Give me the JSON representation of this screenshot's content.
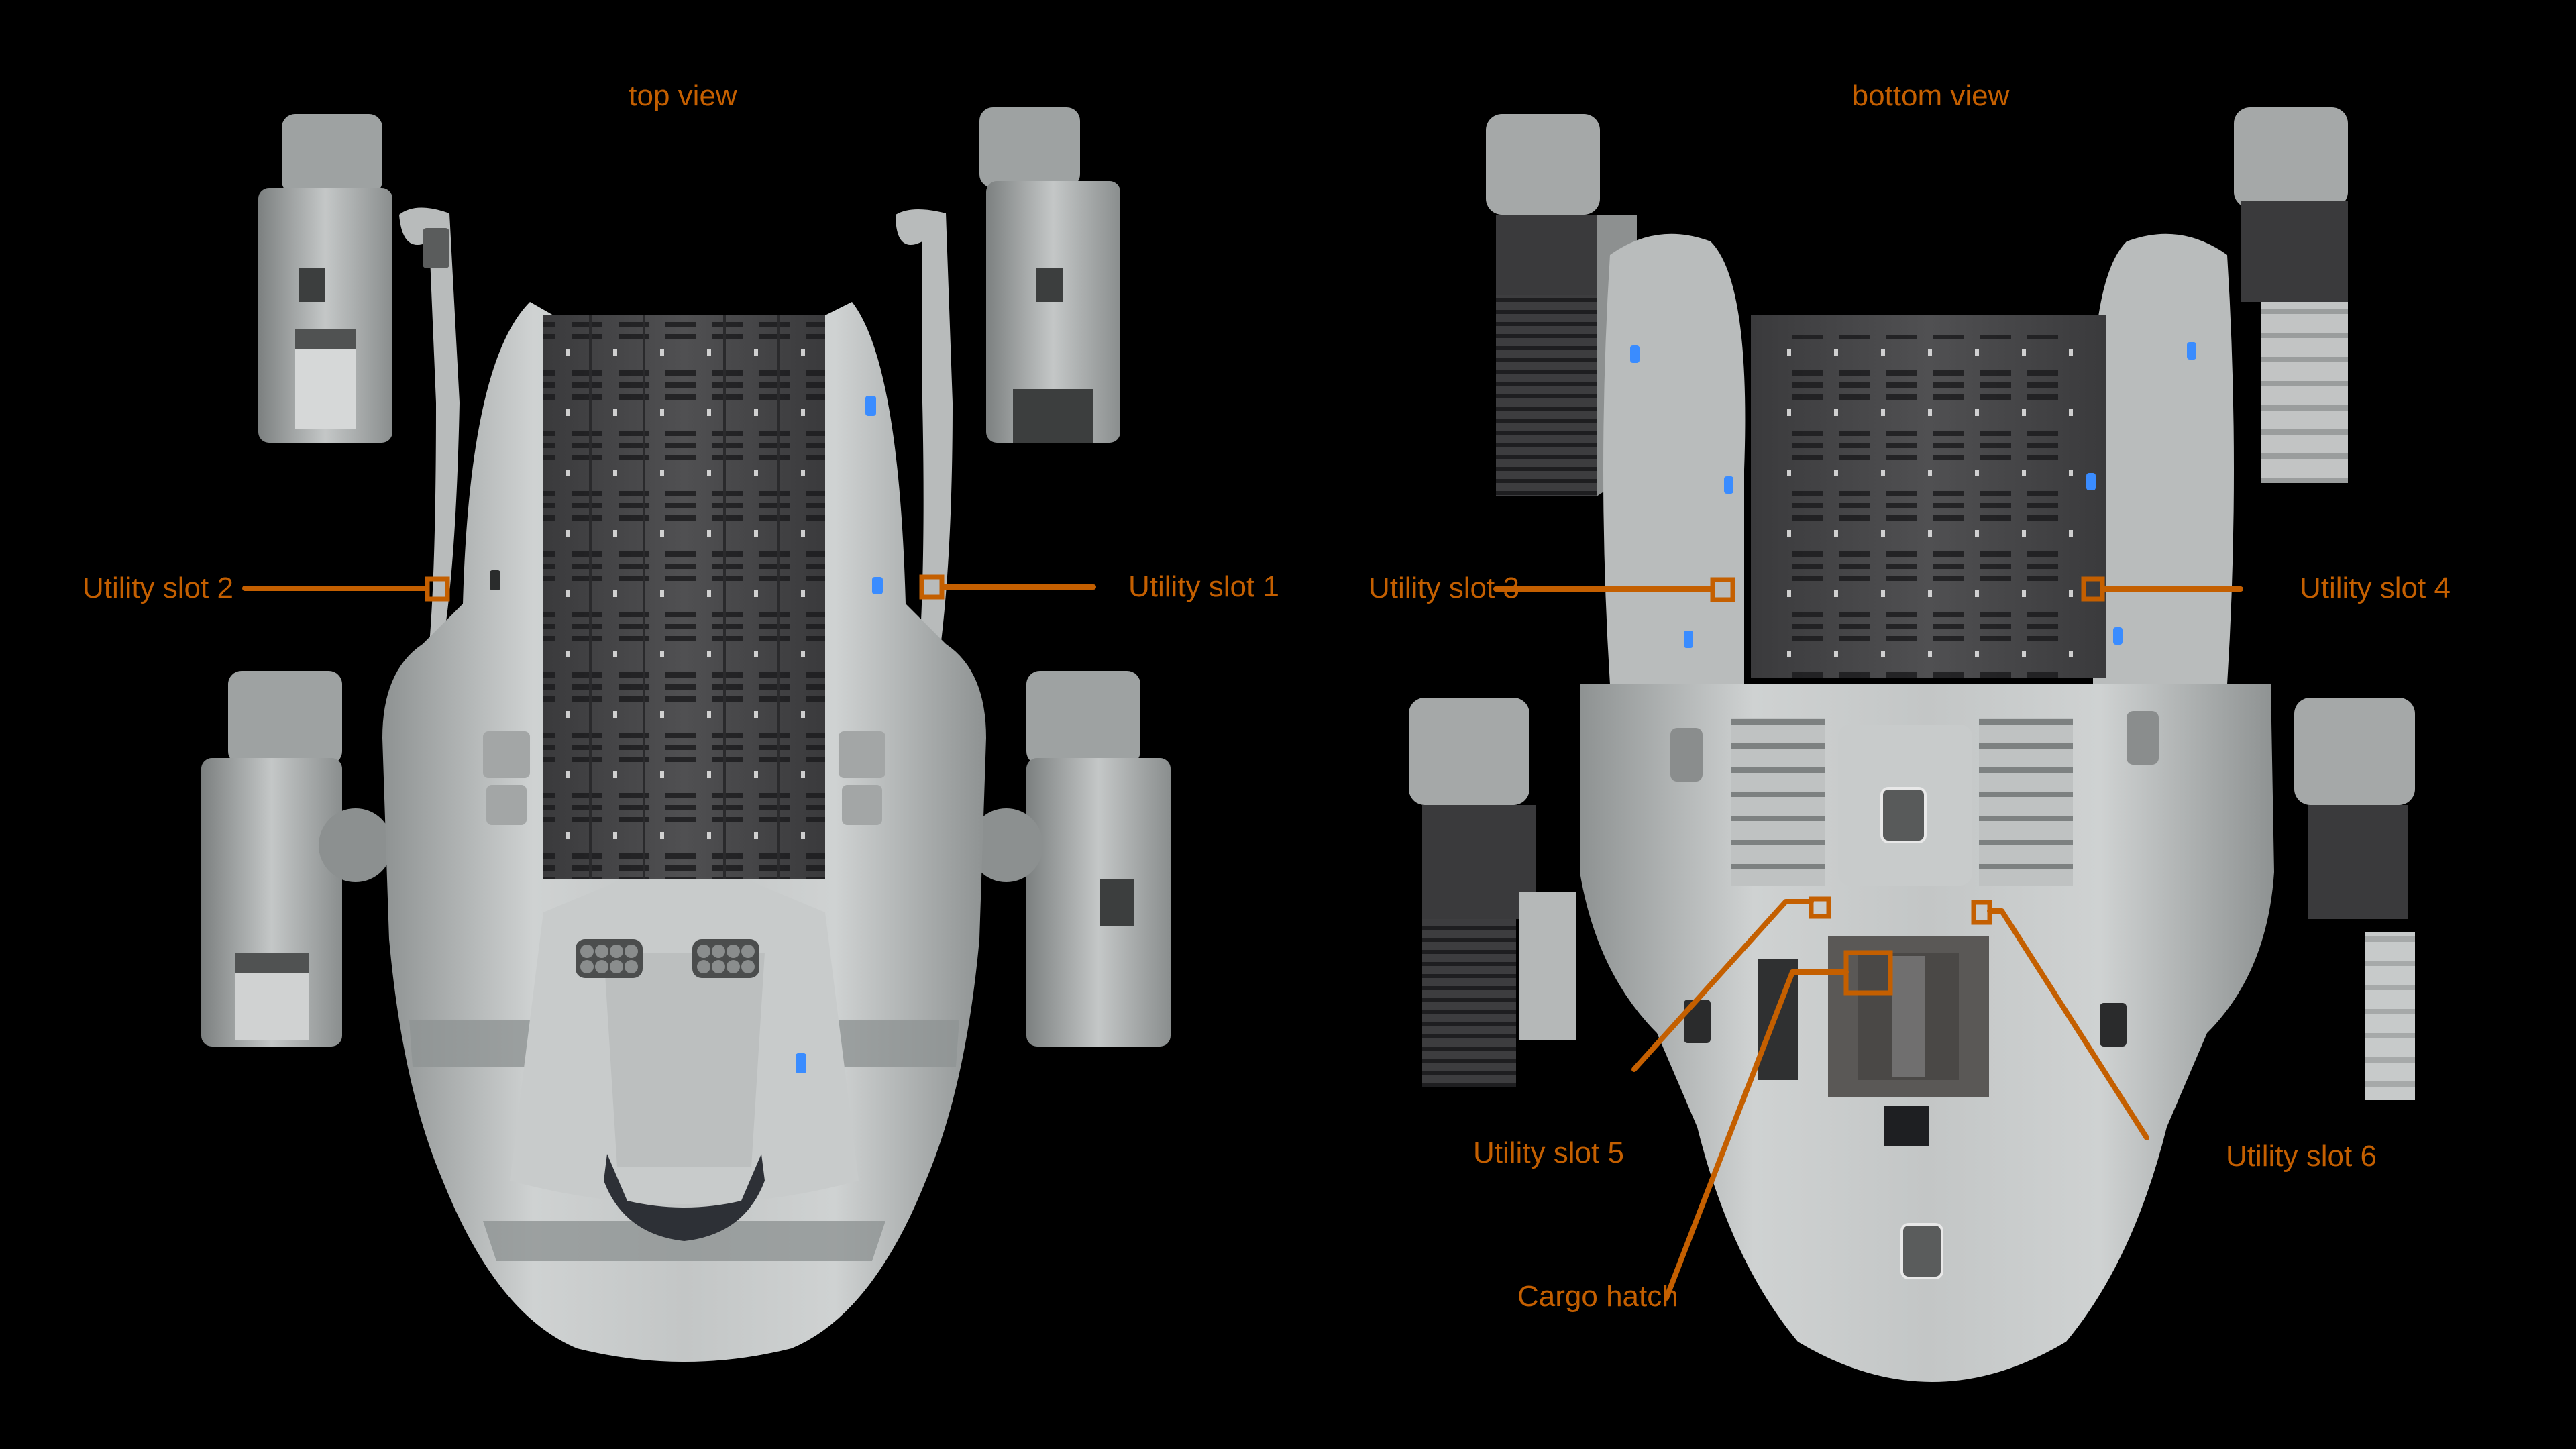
{
  "views": {
    "top": {
      "title": "top view"
    },
    "bottom": {
      "title": "bottom view"
    }
  },
  "annotations": [
    {
      "id": "utility-slot-2",
      "label": "Utility slot 2",
      "view": "top"
    },
    {
      "id": "utility-slot-1",
      "label": "Utility slot 1",
      "view": "top"
    },
    {
      "id": "utility-slot-3",
      "label": "Utility slot 3",
      "view": "bottom"
    },
    {
      "id": "utility-slot-4",
      "label": "Utility slot 4",
      "view": "bottom"
    },
    {
      "id": "utility-slot-5",
      "label": "Utility slot 5",
      "view": "bottom"
    },
    {
      "id": "utility-slot-6",
      "label": "Utility slot 6",
      "view": "bottom"
    },
    {
      "id": "cargo-hatch",
      "label": "Cargo hatch",
      "view": "bottom"
    }
  ],
  "colors": {
    "background": "#000000",
    "annotation": "#c45f00",
    "hull": "#c9cccc",
    "hull_shade": "#9a9e9e",
    "cargo_bay": "#4a4a4c",
    "cargo_bay_dark": "#2e2e30",
    "light_blue": "#3a8cff"
  }
}
